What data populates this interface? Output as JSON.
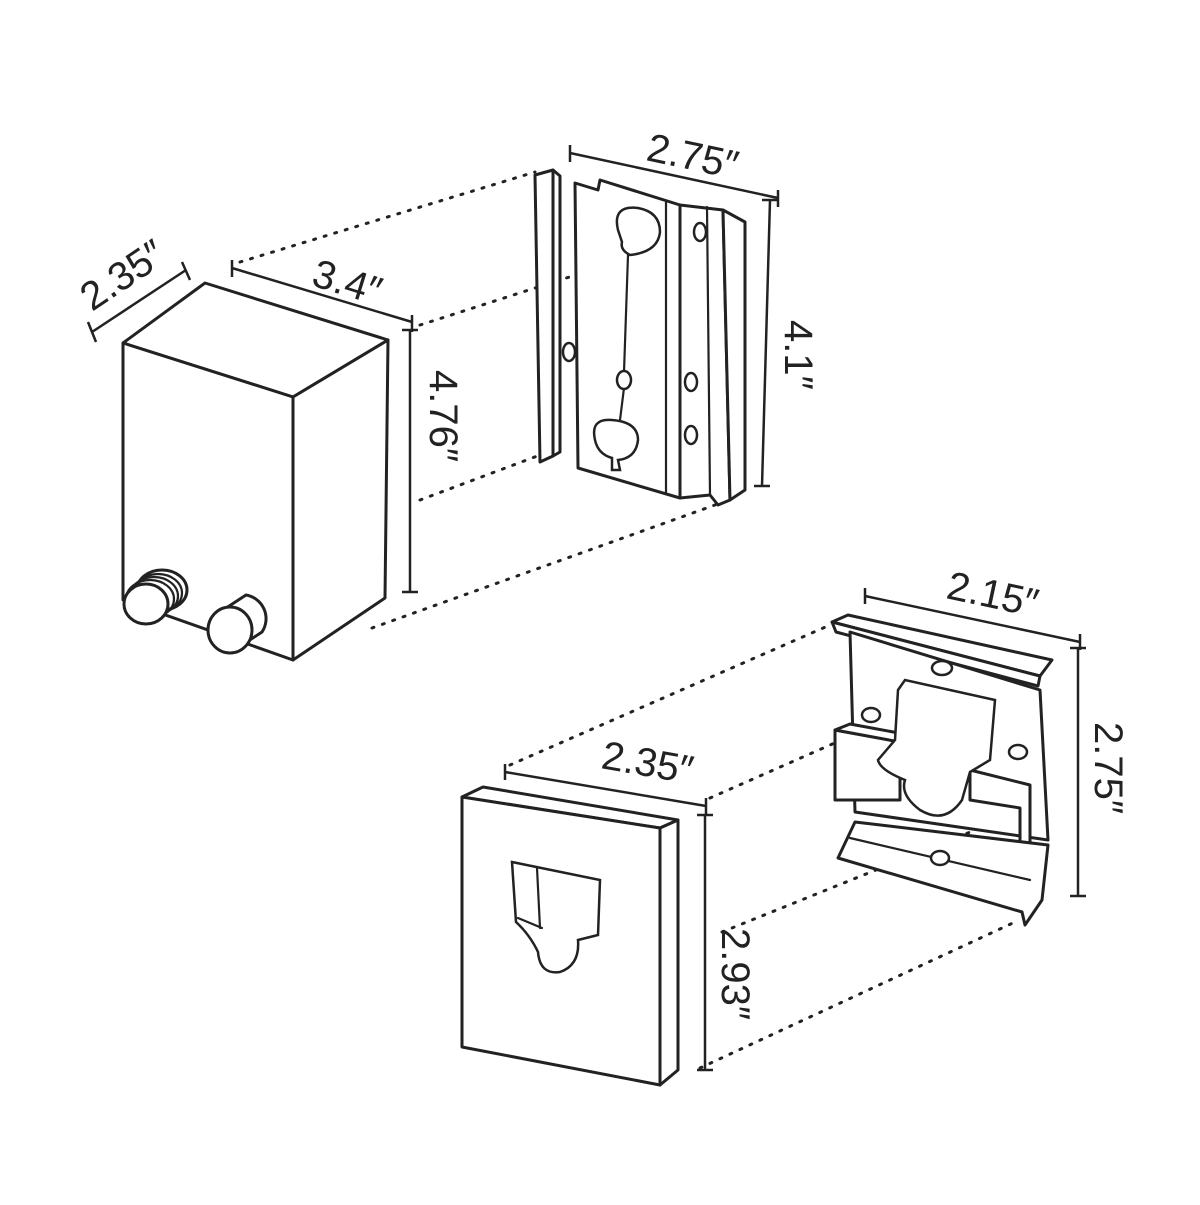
{
  "dimensions": {
    "dispenser_depth": "2.35″",
    "dispenser_width": "3.4″",
    "dispenser_height": "4.76″",
    "wall_bracket_width": "2.75″",
    "wall_bracket_height": "4.1″",
    "receiver_bracket_width": "2.15″",
    "receiver_bracket_height": "2.75″",
    "receiver_cover_width": "2.35″",
    "receiver_cover_height": "2.93″"
  },
  "colors": {
    "line": "#222222",
    "background": "#ffffff"
  }
}
